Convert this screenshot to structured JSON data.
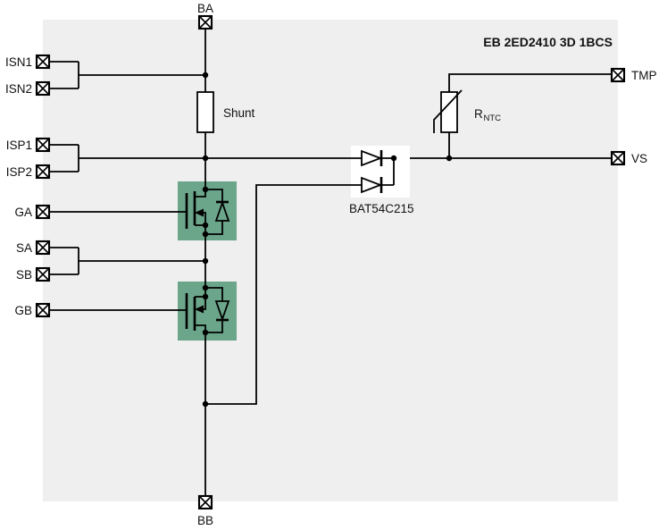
{
  "title": "EB 2ED2410 3D 1BCS",
  "terminals": {
    "ba": "BA",
    "bb": "BB",
    "isn1": "ISN1",
    "isn2": "ISN2",
    "isp1": "ISP1",
    "isp2": "ISP2",
    "ga": "GA",
    "sa": "SA",
    "sb": "SB",
    "gb": "GB",
    "tmp": "TMP",
    "vs": "VS"
  },
  "components": {
    "shunt_label": "Shunt",
    "diode_pair_label": "BAT54C215",
    "ntc_label_base": "R",
    "ntc_label_sub": "NTC"
  },
  "colors": {
    "page_bg": "#ffffff",
    "diagram_bg": "#efefef",
    "wire": "#000000",
    "mosfet_highlight": "#6ba58a",
    "component_fill": "#ffffff",
    "text": "#111111"
  }
}
